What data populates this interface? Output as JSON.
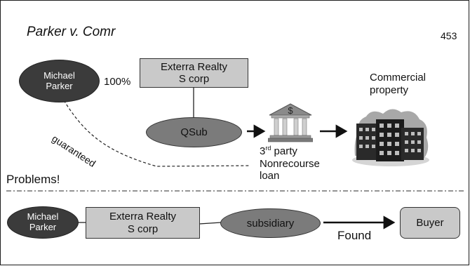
{
  "header": {
    "title": "Parker v. Comr",
    "page_number": "453"
  },
  "top_diagram": {
    "shareholder": {
      "line1": "Michael",
      "line2": "Parker"
    },
    "ownership_pct": "100%",
    "s_corp": {
      "line1": "Exterra Realty",
      "line2": "S corp"
    },
    "qsub": "QSub",
    "guarantee_label": "guaranteed",
    "lender": {
      "ordinal_num": "3",
      "ordinal_suffix": "rd",
      "line1_rest": " party",
      "line2": "Nonrecourse",
      "line3": "loan"
    },
    "property": {
      "line1": "Commercial",
      "line2": "property"
    },
    "problems_label": "Problems!"
  },
  "bottom_diagram": {
    "shareholder": {
      "line1": "Michael",
      "line2": "Parker"
    },
    "s_corp": {
      "line1": "Exterra Realty",
      "line2": "S corp"
    },
    "subsidiary": "subsidiary",
    "arrow_label": "Found",
    "buyer": "Buyer"
  },
  "colors": {
    "dark_fill": "#3b3b3b",
    "mid_fill": "#7b7b7b",
    "box_fill": "#c9c9c9"
  },
  "icons": [
    "bank-icon",
    "building-icon"
  ]
}
